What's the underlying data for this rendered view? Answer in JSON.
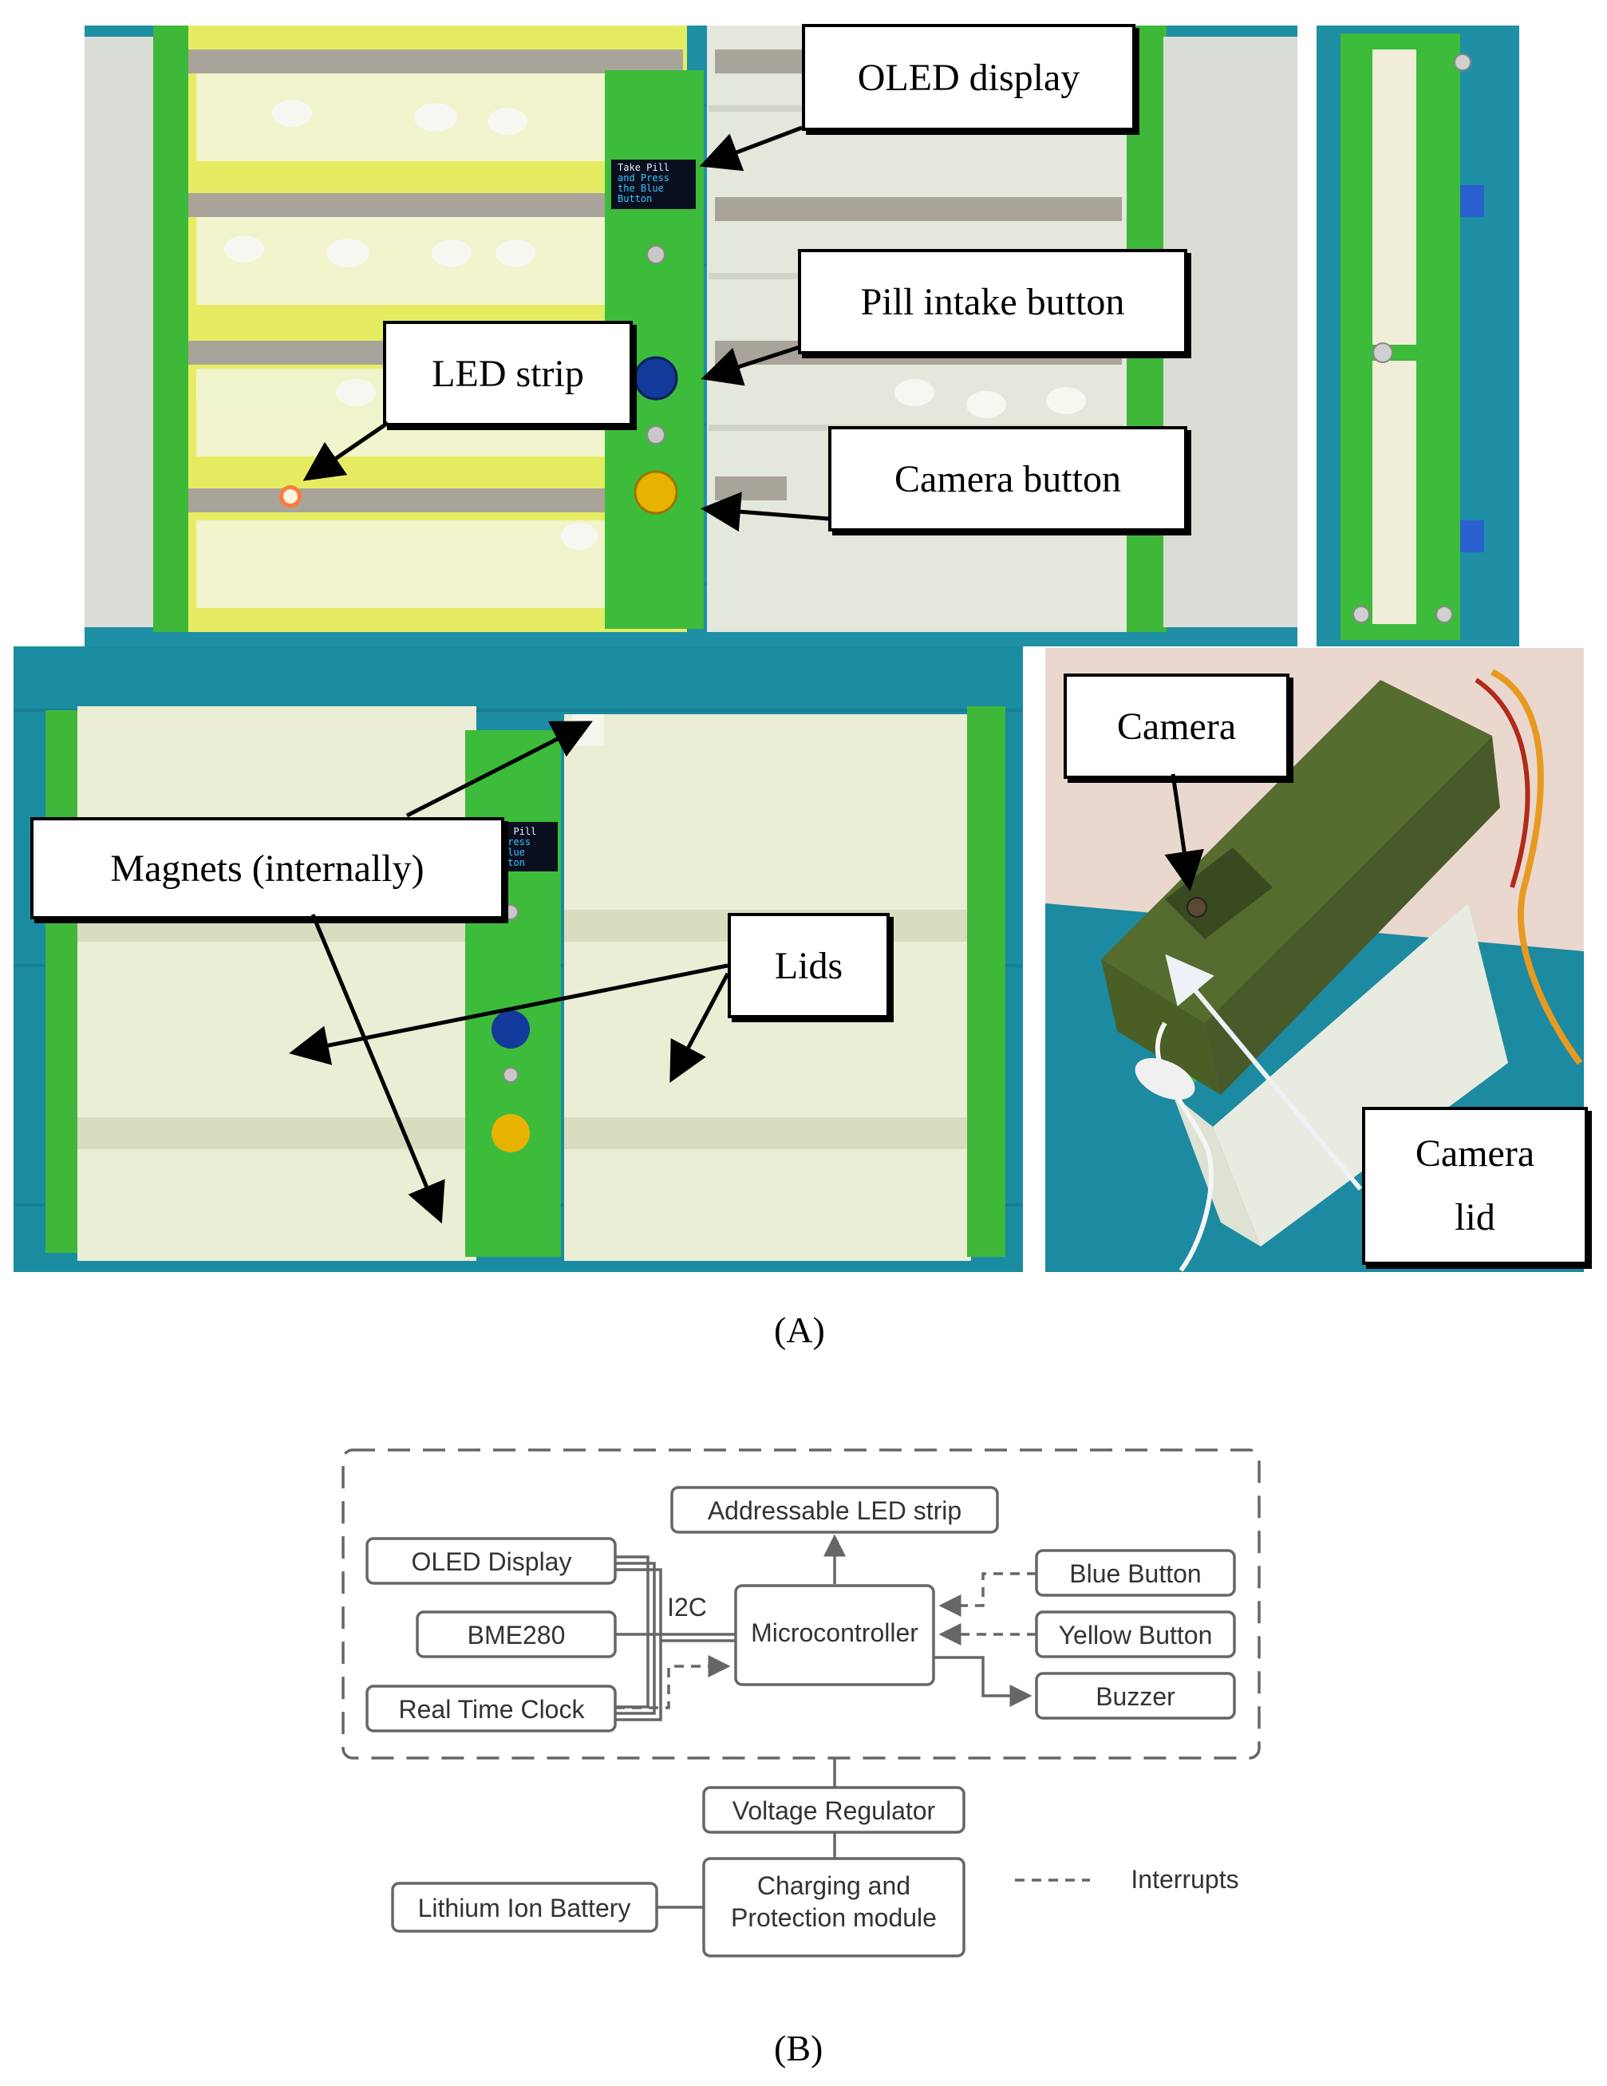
{
  "panel_a": {
    "callouts": {
      "oled_display": "OLED display",
      "pill_intake_button": "Pill intake button",
      "led_strip": "LED strip",
      "camera_button": "Camera button",
      "magnets": "Magnets (internally)",
      "lids": "Lids",
      "camera": "Camera",
      "camera_lid_line1": "Camera",
      "camera_lid_line2": "lid"
    },
    "oled_screen_text": [
      "Take Pill",
      "and Press",
      "the Blue",
      "Button"
    ],
    "oled_screen_text_partial": [
      "> Pill",
      "Press",
      "Blue",
      "tton"
    ],
    "label": "(A)"
  },
  "panel_b": {
    "blocks": {
      "addressable_led_strip": "Addressable LED strip",
      "oled_display": "OLED Display",
      "bme280": "BME280",
      "real_time_clock": "Real Time Clock",
      "microcontroller": "Microcontroller",
      "blue_button": "Blue Button",
      "yellow_button": "Yellow Button",
      "buzzer": "Buzzer",
      "voltage_regulator": "Voltage Regulator",
      "charging_line1": "Charging and",
      "charging_line2": "Protection module",
      "lithium_battery": "Lithium Ion Battery"
    },
    "bus_label": "I2C",
    "legend_interrupts": "Interrupts",
    "label": "(B)"
  },
  "colors": {
    "photo_teal": "#1e8fa4",
    "device_green": "#3dbb3a",
    "tray_yellow": "#e3e85a",
    "tray_white": "#e9ece0",
    "blue_button": "#123a9a",
    "yellow_button": "#e8b300",
    "diagram_stroke": "#666666"
  }
}
